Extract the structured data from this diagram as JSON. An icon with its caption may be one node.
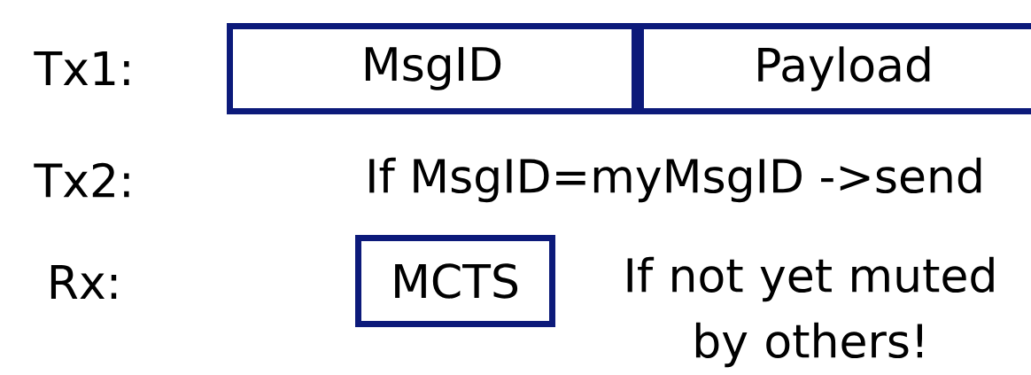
{
  "diagram": {
    "nodes": [
      {
        "text": [
          "MsgID"
        ]
      },
      {
        "text": [
          "Payload"
        ]
      },
      {
        "text": [
          "MCTS"
        ]
      }
    ],
    "labels": [
      "Tx1:",
      "Tx2:",
      "If MsgID=myMsgID ->send",
      "Rx:",
      "If not yet muted by others!"
    ]
  }
}
